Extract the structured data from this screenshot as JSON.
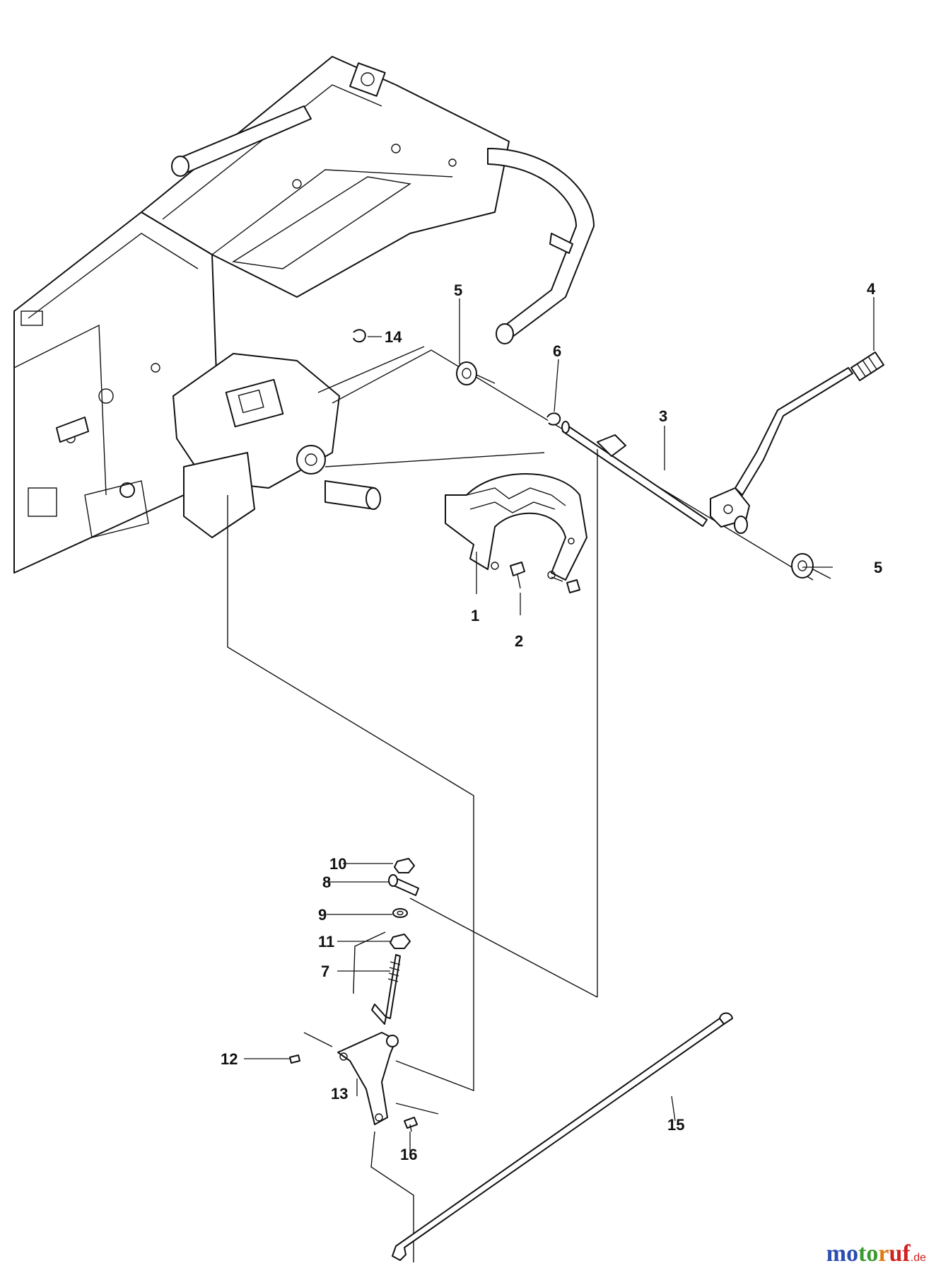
{
  "callouts": {
    "c1": "1",
    "c2": "2",
    "c3": "3",
    "c4": "4",
    "c5a": "5",
    "c5b": "5",
    "c6": "6",
    "c7": "7",
    "c8": "8",
    "c9": "9",
    "c10": "10",
    "c11": "11",
    "c12": "12",
    "c13": "13",
    "c14": "14",
    "c15": "15",
    "c16": "16"
  },
  "watermark": {
    "parts": [
      "m",
      "o",
      "t",
      "o",
      "r",
      "u",
      "f"
    ],
    "colors": [
      "#2a4fb0",
      "#2a4fb0",
      "#3b9a2f",
      "#3b9a2f",
      "#e07a10",
      "#d02020",
      "#d02020"
    ],
    "suffix": ".de"
  }
}
